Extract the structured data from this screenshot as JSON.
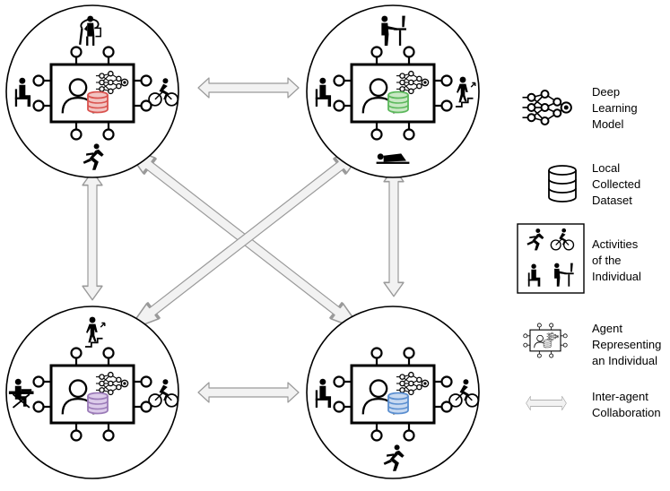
{
  "agents": [
    {
      "id": "top-left",
      "dataset_color": "#d9534f",
      "dataset_fill": "#f2c4c2",
      "activities": [
        "ironing",
        "sitting",
        "cycling",
        "running"
      ]
    },
    {
      "id": "top-right",
      "dataset_color": "#5cb85c",
      "dataset_fill": "#c9e8c4",
      "activities": [
        "working-at-desk",
        "sitting",
        "climbing-stairs",
        "lying-down"
      ]
    },
    {
      "id": "bottom-left",
      "dataset_color": "#9b7bb8",
      "dataset_fill": "#dccbea",
      "activities": [
        "climbing-stairs",
        "ironing",
        "cycling",
        "none"
      ]
    },
    {
      "id": "bottom-right",
      "dataset_color": "#5b8fd0",
      "dataset_fill": "#c7d9f1",
      "activities": [
        "none",
        "sitting",
        "cycling",
        "running"
      ]
    }
  ],
  "legend": {
    "model": "Deep\nLearning\nModel",
    "dataset": "Local\nCollected\nDataset",
    "activities": "Activities\nof the\nIndividual",
    "agent": "Agent\nRepresenting\nan Individual",
    "collaboration": "Inter-agent\nCollaboration"
  },
  "icons": [
    "neural-network-icon",
    "database-icon",
    "person-icon",
    "running-icon",
    "cycling-icon",
    "sitting-icon",
    "desk-work-icon",
    "stairs-icon",
    "lying-down-icon",
    "ironing-icon",
    "double-arrow-icon"
  ]
}
